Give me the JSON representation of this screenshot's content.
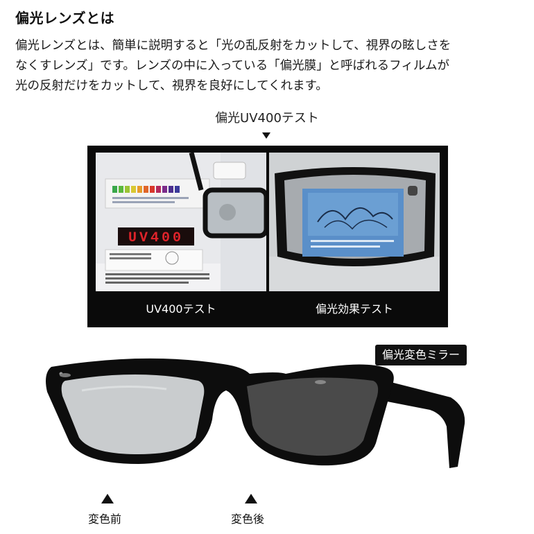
{
  "heading": "偏光レンズとは",
  "description": {
    "line1": "偏光レンズとは、簡単に説明すると「光の乱反射をカットして、視界の眩しさを",
    "line2": "なくすレンズ」です。レンズの中に入っている「偏光膜」と呼ばれるフィルムが",
    "line3": "光の反射だけをカットして、視界を良好にしてくれます。"
  },
  "test_section": {
    "title": "偏光UV400テスト",
    "left_caption": "UV400テスト",
    "right_caption": "偏光効果テスト",
    "meter_display": "UV400"
  },
  "mirror_badge": "偏光変色ミラー",
  "labels": {
    "before": "変色前",
    "after": "変色後"
  },
  "colors": {
    "frame": "#0d0d0d",
    "lens_light": "#c9ccce",
    "lens_dark": "#4a4a4a",
    "led_red": "#e0232a",
    "card_blue": "#4d86c3"
  }
}
